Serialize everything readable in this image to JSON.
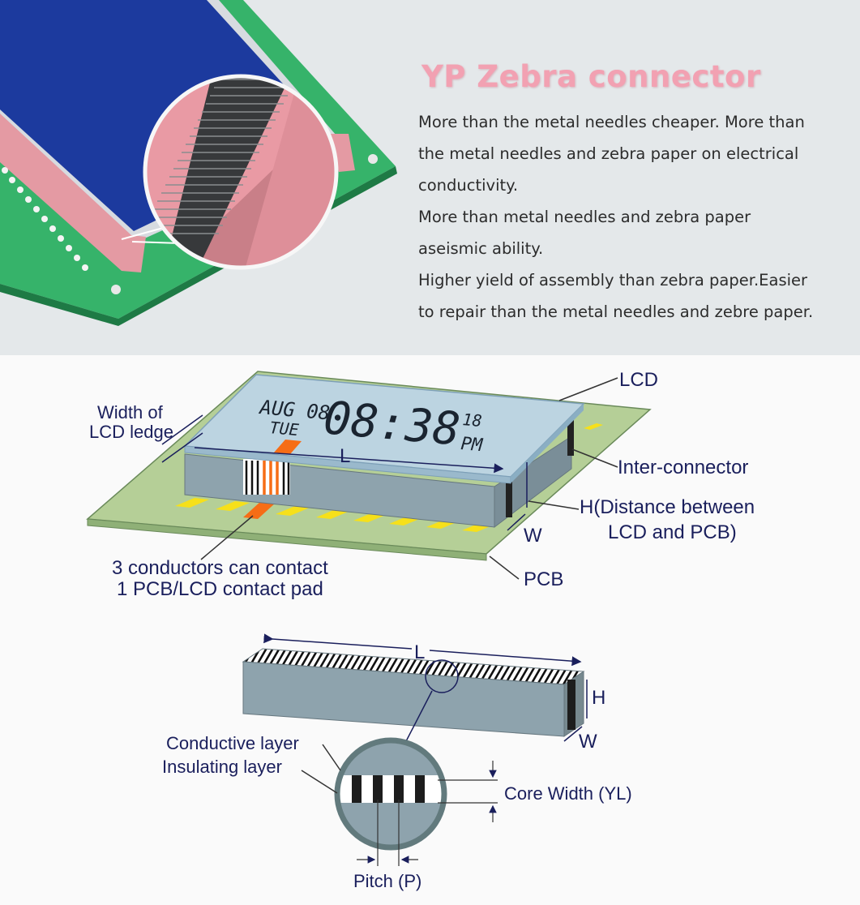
{
  "header": {
    "title": "YP Zebra connector",
    "paragraphs": [
      "More than the metal needles cheaper. More than the metal needles and zebra paper on electrical conductivity.",
      "More than metal needles and zebra paper aseismic ability.",
      "Higher yield of assembly than zebra paper.Easier to repair than the metal needles and zebre paper."
    ]
  },
  "diagram1": {
    "lcd_display": {
      "date": "AUG 08",
      "day": "TUE",
      "time": "08:38",
      "seconds": "18",
      "ampm": "PM"
    },
    "labels": {
      "width_ledge_1": "Width of",
      "width_ledge_2": "LCD ledge",
      "length": "L",
      "lcd": "LCD",
      "inter_connector": "Inter-connector",
      "height_1": "H(Distance between",
      "height_2": "LCD and PCB)",
      "width": "W",
      "pcb": "PCB",
      "conductors_1": "3 conductors can contact",
      "conductors_2": "1 PCB/LCD contact pad"
    }
  },
  "diagram2": {
    "labels": {
      "length": "L",
      "height": "H",
      "width": "W",
      "conductive": "Conductive layer",
      "insulating": "Insulating layer",
      "core_width": "Core Width (YL)",
      "pitch": "Pitch (P)"
    }
  },
  "colors": {
    "top_bg": "#e4e8ea",
    "title_pink": "#f2a1b2",
    "label_navy": "#1a1f5c",
    "pcb_green": "#b5cf97",
    "pad_yellow": "#f6e01a",
    "conductor_orange": "#f66d16",
    "connector_gray": "#8ea3ad",
    "lcd_blue": "#bcd4e1",
    "photo_lcd_blue": "#1c3a9e",
    "photo_pcb_green": "#35b56b",
    "photo_rubber_pink": "#e49aa3"
  }
}
